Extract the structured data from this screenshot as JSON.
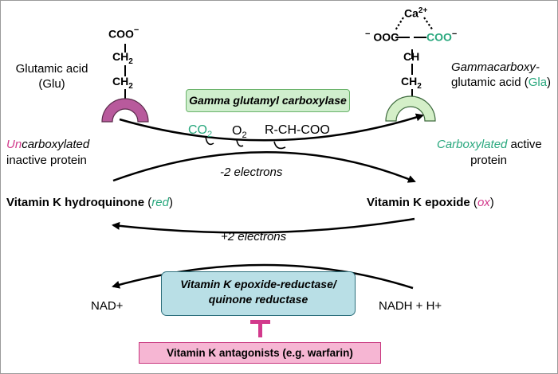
{
  "colors": {
    "green": "#2aa87e",
    "magenta": "#c0307f",
    "pink_text": "#d23a8c",
    "arrow": "#000000",
    "enzyme_box_fill": "#cfeecd",
    "enzyme_box_border": "#6ab36a",
    "reductase_box_fill": "#b9dfe6",
    "reductase_box_border": "#2d6f7c",
    "antagonist_box_fill": "#f6b6d3",
    "antagonist_box_border": "#c8357e",
    "uncarb_cup": "#b85a9c",
    "carb_cup": "#d4efc8"
  },
  "left_structure": {
    "coo": "COO",
    "charge": "−",
    "ch2_top": "CH",
    "ch2_top_sub": "2",
    "ch2_bottom": "CH",
    "ch2_bottom_sub": "2"
  },
  "right_structure": {
    "ca": "Ca",
    "ca_charge": "2+",
    "ooc_charge": "−",
    "ooc": "OOC",
    "coo": "COO",
    "coo_charge": "−",
    "ch": "CH",
    "ch2": "CH",
    "ch2_sub": "2"
  },
  "labels": {
    "glutamic_line1": "Glutamic acid",
    "glutamic_line2": "(Glu)",
    "gla_line1": "Gammacarboxy-",
    "gla_line2_a": "glutamic acid (",
    "gla_line2_b": "Gla",
    "gla_line2_c": ")",
    "uncarb_prefix": "Un",
    "uncarb_rest": "carboxylated",
    "uncarb_line2": "inactive protein",
    "carb_word": "Carboxylated",
    "carb_rest": " active",
    "carb_line2": "protein",
    "co2": "CO",
    "co2_sub": "2",
    "o2": "O",
    "o2_sub": "2",
    "rchcoo": "R-CH-COO",
    "minus_two": "-2 electrons",
    "plus_two": "+2 electrons",
    "hydroquinone": "Vitamin K hydroquinone",
    "hydroquinone_open": " (",
    "red": "red",
    "hydroquinone_close": ")",
    "epoxide": "Vitamin K epoxide",
    "epoxide_open": " (",
    "ox": "ox",
    "epoxide_close": ")",
    "nad": "NAD+",
    "nadh": "NADH + H+",
    "inhibit_symbol": "T"
  },
  "boxes": {
    "carboxylase": "Gamma glutamyl carboxylase",
    "reductase_line1": "Vitamin K epoxide-reductase/",
    "reductase_line2": "quinone reductase",
    "antagonists": "Vitamin K antagonists (e.g. warfarin)"
  }
}
